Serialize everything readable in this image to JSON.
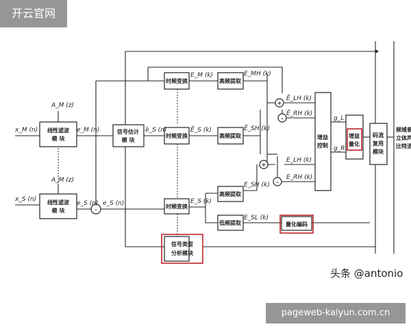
{
  "watermark_top": "开云官网",
  "watermark_bottom": "pageweb-kaiyun.com.cn",
  "credit": "头条 @antonio",
  "signals": {
    "xM": "x_M (n)",
    "xS": "x_S (n)",
    "AM_top": "A_M (z)",
    "AM_bottom": "A_M (z)",
    "eM": "e_M (n)",
    "eS": "e_S (n)",
    "eS2": "e_S (n)",
    "eS_tilde": "ẽ_S (n)",
    "EM_k": "E_M (k)",
    "ES_tilde_k": "Ẽ_S (k)",
    "ES_k": "E_S (k)",
    "EMH_k": "E_MH (k)",
    "ESH_tilde_k": "Ẽ_SH (k)",
    "ESH_k": "E_SH (k)",
    "ESL_k": "E_SL (k)",
    "ELH_tilde_k": "Ẽ_LH (k)",
    "ERH_tilde_k": "Ẽ_RH (k)",
    "ELH_k": "E_LH (k)",
    "ERH_k": "E_RH (k)",
    "gL": "g_L",
    "gR": "g_R"
  },
  "blocks": {
    "lin_filter_top": [
      "线性滤波",
      "模  块"
    ],
    "lin_filter_bottom": [
      "线性滤波",
      "模  块"
    ],
    "signal_estimate": [
      "信号估计",
      "模  块"
    ],
    "tf_top": "时频变换",
    "tf_mid": "时频变换",
    "tf_bot": "时频变换",
    "hf_top": "高频提取",
    "hf_mid": "高频提取",
    "hf_bot": "高频提取",
    "lf": "低频提取",
    "gain_control": [
      "增益",
      "控制"
    ],
    "gain_quant": [
      "增益",
      "量化"
    ],
    "quant_encode": "量化编码",
    "signal_type": [
      "信号类型",
      "分析模块"
    ],
    "bitstream": [
      "码流",
      "复用",
      "模块"
    ],
    "right_text": [
      "频域参数",
      "立体声",
      "比特流"
    ]
  },
  "adders": {
    "plus": "+",
    "minus": "-"
  }
}
